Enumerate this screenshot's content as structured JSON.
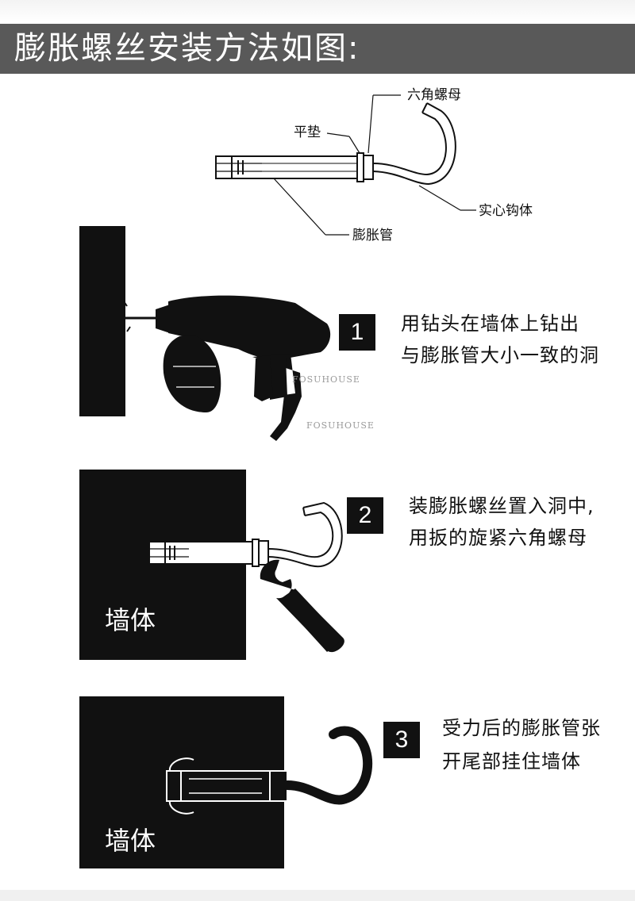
{
  "header": {
    "title": "膨胀螺丝安装方法如图:"
  },
  "parts": {
    "hex_nut": "六角螺母",
    "flat_washer": "平垫",
    "solid_hook": "实心钩体",
    "expansion_tube": "膨胀管"
  },
  "steps": [
    {
      "number": "1",
      "line1": "用钻头在墙体上钻出",
      "line2": "与膨胀管大小一致的洞"
    },
    {
      "number": "2",
      "line1": "装膨胀螺丝置入洞中,",
      "line2": "用扳的旋紧六角螺母"
    },
    {
      "number": "3",
      "line1": "受力后的膨胀管张",
      "line2": "开尾部挂住墙体"
    }
  ],
  "wall_label": "墙体",
  "watermark": "FOSUHOUSE"
}
